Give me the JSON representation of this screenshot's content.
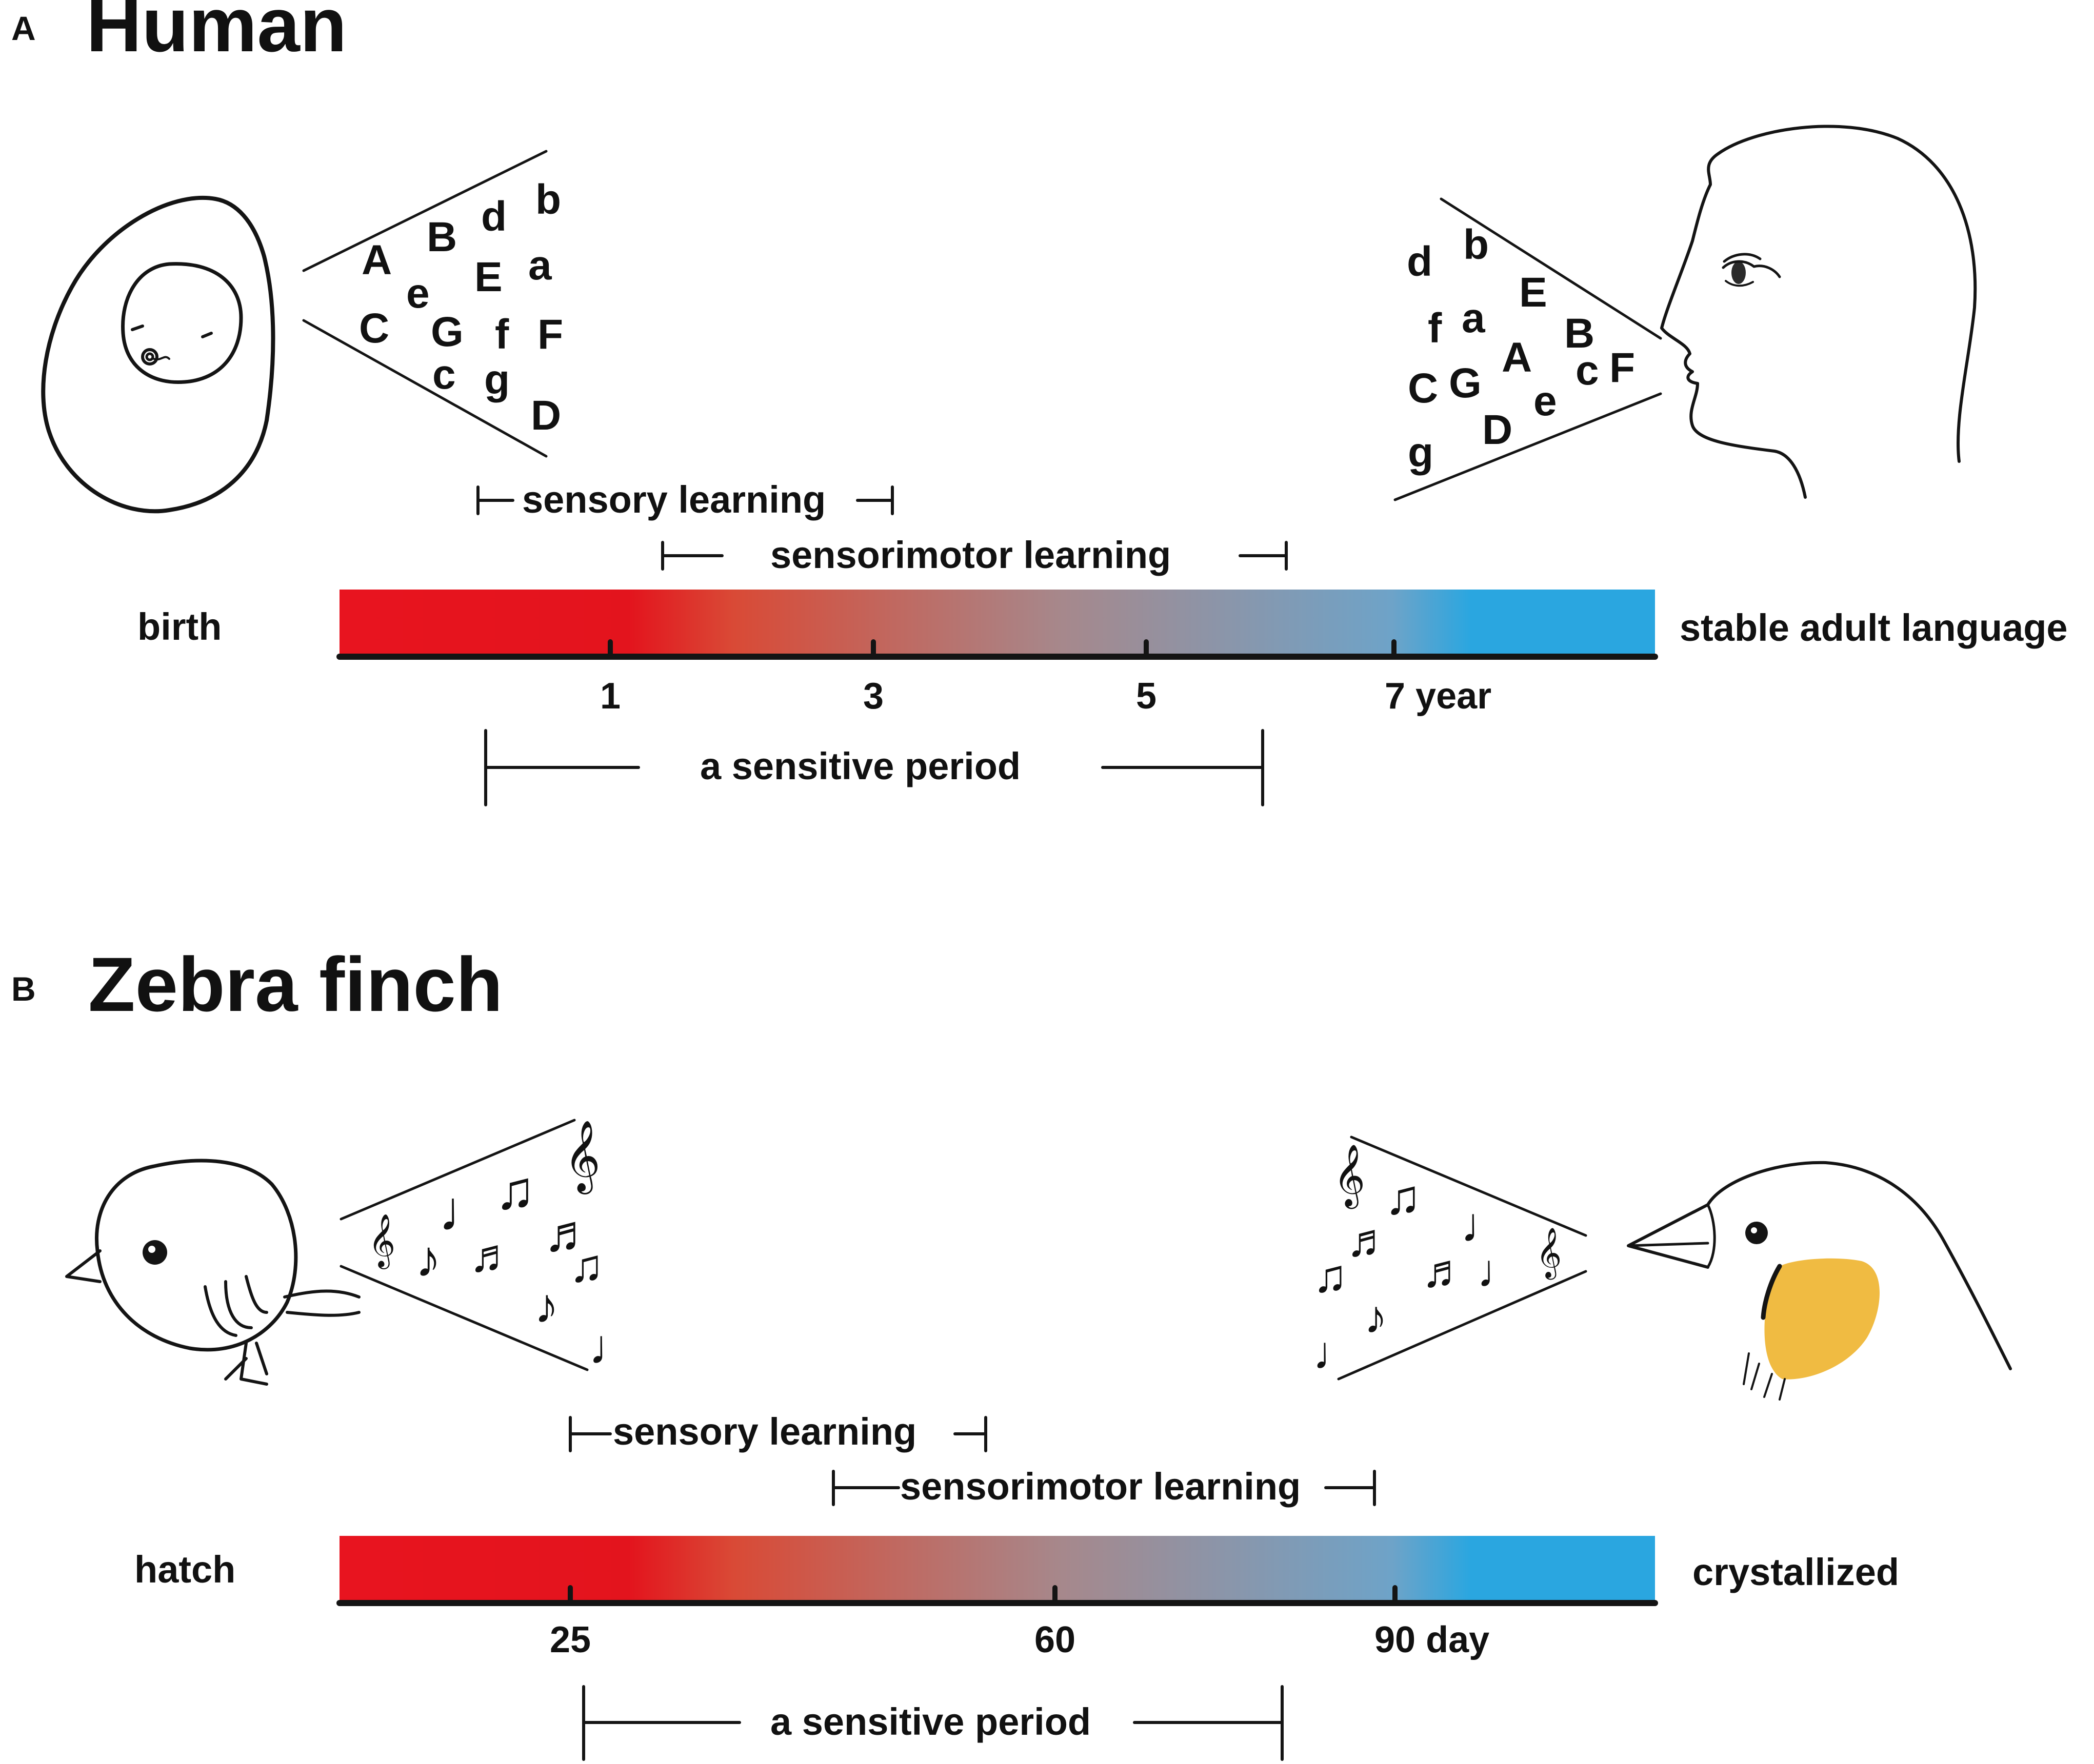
{
  "panel_a": {
    "letter": "A",
    "title": "Human",
    "start_label": "birth",
    "end_label": "stable adult language",
    "ticks": [
      "1",
      "3",
      "5",
      "7 year"
    ],
    "sensory_label": "sensory learning",
    "sensorimotor_label": "sensorimotor learning",
    "sensitive_label": "a sensitive period",
    "infant_letters": [
      "A",
      "B",
      "d",
      "b",
      "e",
      "E",
      "a",
      "C",
      "G",
      "f",
      "F",
      "c",
      "g",
      "D"
    ],
    "adult_letters": [
      "d",
      "b",
      "E",
      "f",
      "a",
      "B",
      "A",
      "c",
      "F",
      "C",
      "G",
      "e",
      "D",
      "g"
    ]
  },
  "panel_b": {
    "letter": "B",
    "title": "Zebra finch",
    "start_label": "hatch",
    "end_label": "crystallized",
    "ticks": [
      "25",
      "60",
      "90 day"
    ],
    "sensory_label": "sensory learning",
    "sensorimotor_label": "sensorimotor learning",
    "sensitive_label": "a sensitive period"
  },
  "colors": {
    "gradient_start": "#e8141f",
    "gradient_mid": "#a6888c",
    "gradient_end": "#2aa6e0",
    "cheek_patch": "#f0bb42",
    "ink": "#141414"
  }
}
